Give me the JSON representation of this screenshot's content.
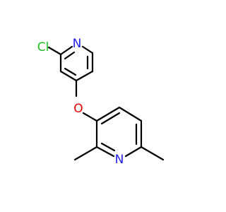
{
  "molecule": {
    "atoms": [
      {
        "id": "cl",
        "symbol": "Cl",
        "color": "#1fbf1f"
      },
      {
        "id": "n1",
        "symbol": "N",
        "color": "#1f1fe6"
      },
      {
        "id": "o",
        "symbol": "O",
        "color": "#e60000"
      },
      {
        "id": "n2",
        "symbol": "N",
        "color": "#1f1fe6"
      }
    ],
    "bond_color": "#000000",
    "background": "#ffffff"
  }
}
